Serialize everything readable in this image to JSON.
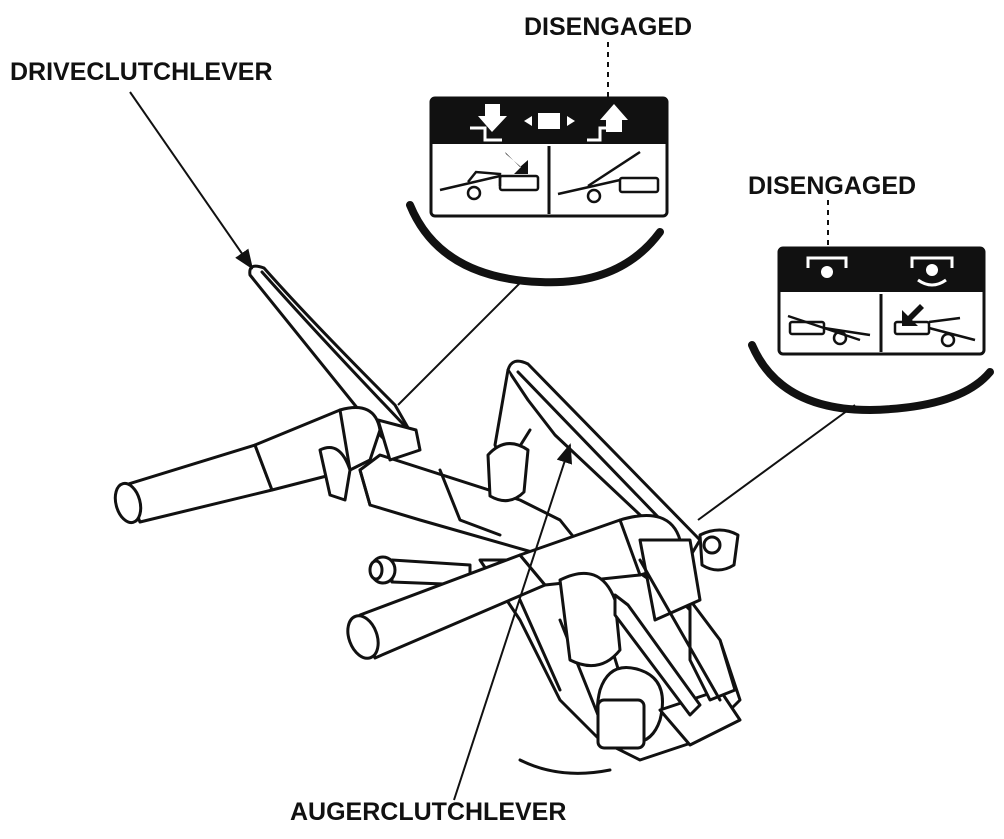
{
  "labels": {
    "drive_clutch_lever": "DRIVECLUTCHLEVER",
    "auger_clutch_lever": "AUGERCLUTCHLEVER",
    "disengaged_drive": "DISENGAGED",
    "disengaged_auger": "DISENGAGED"
  },
  "colors": {
    "line": "#111111",
    "label_dark": "#111111",
    "background": "#ffffff"
  }
}
